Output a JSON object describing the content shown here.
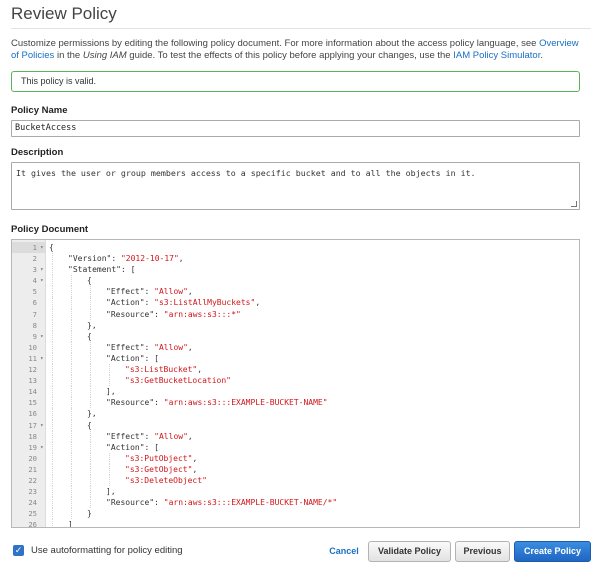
{
  "title": "Review Policy",
  "intro": {
    "text1": "Customize permissions by editing the following policy document. For more information about the access policy language, see ",
    "link1": "Overview of Policies",
    "text2": " in the ",
    "guide_italic": "Using IAM",
    "text3": " guide. To test the effects of this policy before applying your changes, use the ",
    "link2": "IAM Policy Simulator",
    "text4": "."
  },
  "validation": {
    "message": "This policy is valid."
  },
  "policy_name": {
    "label": "Policy Name",
    "value": "BucketAccess"
  },
  "description": {
    "label": "Description",
    "value": "It gives the user or group members access to a specific bucket and to all the objects in it."
  },
  "policy_document": {
    "label": "Policy Document",
    "lines": [
      {
        "n": "1",
        "fold": true,
        "indent": 0,
        "tokens": [
          {
            "t": "{",
            "s": false
          }
        ]
      },
      {
        "n": "2",
        "fold": false,
        "indent": 1,
        "tokens": [
          {
            "t": "\"Version\": ",
            "s": false
          },
          {
            "t": "\"2012-10-17\"",
            "s": true
          },
          {
            "t": ",",
            "s": false
          }
        ]
      },
      {
        "n": "3",
        "fold": true,
        "indent": 1,
        "tokens": [
          {
            "t": "\"Statement\": [",
            "s": false
          }
        ]
      },
      {
        "n": "4",
        "fold": true,
        "indent": 2,
        "tokens": [
          {
            "t": "{",
            "s": false
          }
        ]
      },
      {
        "n": "5",
        "fold": false,
        "indent": 3,
        "tokens": [
          {
            "t": "\"Effect\": ",
            "s": false
          },
          {
            "t": "\"Allow\"",
            "s": true
          },
          {
            "t": ",",
            "s": false
          }
        ]
      },
      {
        "n": "6",
        "fold": false,
        "indent": 3,
        "tokens": [
          {
            "t": "\"Action\": ",
            "s": false
          },
          {
            "t": "\"s3:ListAllMyBuckets\"",
            "s": true
          },
          {
            "t": ",",
            "s": false
          }
        ]
      },
      {
        "n": "7",
        "fold": false,
        "indent": 3,
        "tokens": [
          {
            "t": "\"Resource\": ",
            "s": false
          },
          {
            "t": "\"arn:aws:s3:::*\"",
            "s": true
          }
        ]
      },
      {
        "n": "8",
        "fold": false,
        "indent": 2,
        "tokens": [
          {
            "t": "},",
            "s": false
          }
        ]
      },
      {
        "n": "9",
        "fold": true,
        "indent": 2,
        "tokens": [
          {
            "t": "{",
            "s": false
          }
        ]
      },
      {
        "n": "10",
        "fold": false,
        "indent": 3,
        "tokens": [
          {
            "t": "\"Effect\": ",
            "s": false
          },
          {
            "t": "\"Allow\"",
            "s": true
          },
          {
            "t": ",",
            "s": false
          }
        ]
      },
      {
        "n": "11",
        "fold": true,
        "indent": 3,
        "tokens": [
          {
            "t": "\"Action\": [",
            "s": false
          }
        ]
      },
      {
        "n": "12",
        "fold": false,
        "indent": 4,
        "tokens": [
          {
            "t": "\"s3:ListBucket\"",
            "s": true
          },
          {
            "t": ",",
            "s": false
          }
        ]
      },
      {
        "n": "13",
        "fold": false,
        "indent": 4,
        "tokens": [
          {
            "t": "\"s3:GetBucketLocation\"",
            "s": true
          }
        ]
      },
      {
        "n": "14",
        "fold": false,
        "indent": 3,
        "tokens": [
          {
            "t": "],",
            "s": false
          }
        ]
      },
      {
        "n": "15",
        "fold": false,
        "indent": 3,
        "tokens": [
          {
            "t": "\"Resource\": ",
            "s": false
          },
          {
            "t": "\"arn:aws:s3:::EXAMPLE-BUCKET-NAME\"",
            "s": true
          }
        ]
      },
      {
        "n": "16",
        "fold": false,
        "indent": 2,
        "tokens": [
          {
            "t": "},",
            "s": false
          }
        ]
      },
      {
        "n": "17",
        "fold": true,
        "indent": 2,
        "tokens": [
          {
            "t": "{",
            "s": false
          }
        ]
      },
      {
        "n": "18",
        "fold": false,
        "indent": 3,
        "tokens": [
          {
            "t": "\"Effect\": ",
            "s": false
          },
          {
            "t": "\"Allow\"",
            "s": true
          },
          {
            "t": ",",
            "s": false
          }
        ]
      },
      {
        "n": "19",
        "fold": true,
        "indent": 3,
        "tokens": [
          {
            "t": "\"Action\": [",
            "s": false
          }
        ]
      },
      {
        "n": "20",
        "fold": false,
        "indent": 4,
        "tokens": [
          {
            "t": "\"s3:PutObject\"",
            "s": true
          },
          {
            "t": ",",
            "s": false
          }
        ]
      },
      {
        "n": "21",
        "fold": false,
        "indent": 4,
        "tokens": [
          {
            "t": "\"s3:GetObject\"",
            "s": true
          },
          {
            "t": ",",
            "s": false
          }
        ]
      },
      {
        "n": "22",
        "fold": false,
        "indent": 4,
        "tokens": [
          {
            "t": "\"s3:DeleteObject\"",
            "s": true
          }
        ]
      },
      {
        "n": "23",
        "fold": false,
        "indent": 3,
        "tokens": [
          {
            "t": "],",
            "s": false
          }
        ]
      },
      {
        "n": "24",
        "fold": false,
        "indent": 3,
        "tokens": [
          {
            "t": "\"Resource\": ",
            "s": false
          },
          {
            "t": "\"arn:aws:s3:::EXAMPLE-BUCKET-NAME/*\"",
            "s": true
          }
        ]
      },
      {
        "n": "25",
        "fold": false,
        "indent": 2,
        "tokens": [
          {
            "t": "}",
            "s": false
          }
        ]
      },
      {
        "n": "26",
        "fold": false,
        "indent": 1,
        "tokens": [
          {
            "t": "]",
            "s": false
          }
        ]
      }
    ]
  },
  "footer": {
    "autoformat_label": "Use autoformatting for policy editing",
    "autoformat_checked": true,
    "cancel_label": "Cancel",
    "validate_label": "Validate Policy",
    "previous_label": "Previous",
    "create_label": "Create Policy"
  },
  "colors": {
    "link": "#1a6fc4",
    "string": "#d0161b",
    "valid_border": "#5bb35a",
    "primary": "#2572cf"
  }
}
